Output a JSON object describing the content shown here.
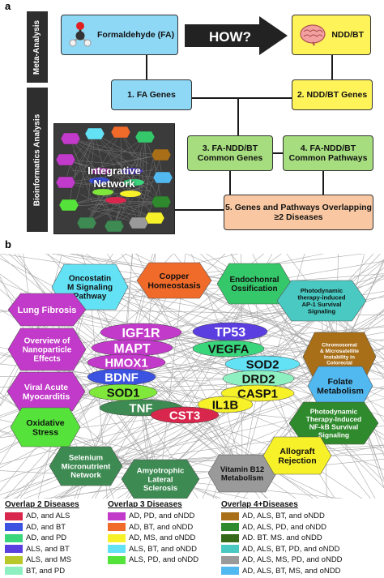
{
  "panel_a": {
    "label": "a",
    "side_meta": "Meta-Analysis",
    "side_bio": "Bioinformatics Analysis",
    "fa_box": "Formaldehyde (FA)",
    "how_label": "HOW?",
    "nddbt_box": "NDD/BT",
    "fa_genes": "1. FA Genes",
    "nddbt_genes": "2. NDD/BT Genes",
    "common_genes": "3. FA-NDD/BT Common Genes",
    "common_pathways": "4. FA-NDD/BT Common Pathways",
    "overlap_box": "5. Genes and Pathways Overlapping ≥2 Diseases",
    "network_label": "Integrative Network"
  },
  "panel_b": {
    "label": "b",
    "hexagons": [
      {
        "id": "oncostatin",
        "lines": [
          "Oncostatin",
          "M Signaling",
          "Pathway"
        ],
        "color": "#63e2f5"
      },
      {
        "id": "copper",
        "lines": [
          "Copper",
          "Homeostasis"
        ],
        "color": "#f06a2a"
      },
      {
        "id": "endochondral",
        "lines": [
          "Endochonral",
          "Ossification"
        ],
        "color": "#34c86a"
      },
      {
        "id": "photodynamic-ap1",
        "lines": [
          "Photodynamic",
          "therapy-induced",
          "AP-1 Survival",
          "Signaling"
        ],
        "color": "#49c9c2"
      },
      {
        "id": "lung-fibrosis",
        "lines": [
          "Lung Fibrosis"
        ],
        "color": "#c23ac9"
      },
      {
        "id": "nanoparticle",
        "lines": [
          "Overview of",
          "Nanoparticle",
          "Effects"
        ],
        "color": "#c23ac9"
      },
      {
        "id": "chromosomal",
        "lines": [
          "Chromosomal",
          "& Microsatellite",
          "Instability in",
          "Colorectal",
          "Cancer"
        ],
        "color": "#a86f18"
      },
      {
        "id": "viral",
        "lines": [
          "Viral Acute",
          "Myocarditis"
        ],
        "color": "#c23ac9"
      },
      {
        "id": "folate",
        "lines": [
          "Folate",
          "Metabolism"
        ],
        "color": "#52b8f0"
      },
      {
        "id": "oxidative",
        "lines": [
          "Oxidative",
          "Stress"
        ],
        "color": "#55e23a"
      },
      {
        "id": "photodynamic-nfkb",
        "lines": [
          "Photodynamic",
          "Therapy-Induced",
          "NF-kB Survival",
          "Signaling"
        ],
        "color": "#2e8a2c"
      },
      {
        "id": "selenium",
        "lines": [
          "Selenium",
          "Micronutrient",
          "Network"
        ],
        "color": "#3d8a52"
      },
      {
        "id": "als-disease",
        "lines": [
          "Amyotrophic",
          "Lateral",
          "Sclerosis"
        ],
        "color": "#3d8a52"
      },
      {
        "id": "b12",
        "lines": [
          "Vitamin B12",
          "Metabolism"
        ],
        "color": "#9a9a9a"
      },
      {
        "id": "allograft",
        "lines": [
          "Allograft",
          "Rejection"
        ],
        "color": "#f7f12a"
      }
    ],
    "genes": [
      {
        "id": "igf1r",
        "label": "IGF1R",
        "color": "#c23ac9"
      },
      {
        "id": "tp53",
        "label": "TP53",
        "color": "#5b3ee0"
      },
      {
        "id": "mapt",
        "label": "MAPT",
        "color": "#c23ac9"
      },
      {
        "id": "vegfa",
        "label": "VEGFA",
        "color": "#3ad67c"
      },
      {
        "id": "hmox1",
        "label": "HMOX1",
        "color": "#c23ac9"
      },
      {
        "id": "sod2",
        "label": "SOD2",
        "color": "#63e2f5"
      },
      {
        "id": "bdnf",
        "label": "BDNF",
        "color": "#3c52e0"
      },
      {
        "id": "drd2",
        "label": "DRD2",
        "color": "#8ef0c0"
      },
      {
        "id": "sod1",
        "label": "SOD1",
        "color": "#7fe83a"
      },
      {
        "id": "casp1",
        "label": "CASP1",
        "color": "#f7f12a"
      },
      {
        "id": "tnf",
        "label": "TNF",
        "color": "#3d8a52"
      },
      {
        "id": "il1b",
        "label": "IL1B",
        "color": "#f7f12a"
      },
      {
        "id": "cst3",
        "label": "CST3",
        "color": "#d8264c"
      }
    ]
  },
  "legend": {
    "col1_title": "Overlap 2 Diseases",
    "col1": [
      {
        "label": "AD, and ALS",
        "color": "#d8264c"
      },
      {
        "label": "AD, and BT",
        "color": "#3c52e0"
      },
      {
        "label": "AD, and PD",
        "color": "#3ad67c"
      },
      {
        "label": "ALS, and BT",
        "color": "#5b3ee0"
      },
      {
        "label": "ALS, and MS",
        "color": "#b8c82a"
      },
      {
        "label": "BT, and PD",
        "color": "#8ef0c0"
      }
    ],
    "col2_title": "Overlap 3 Diseases",
    "col2": [
      {
        "label": "AD, PD, and oNDD",
        "color": "#c23ac9"
      },
      {
        "label": "AD, BT, and oNDD",
        "color": "#f06a2a"
      },
      {
        "label": "AD, MS, and oNDD",
        "color": "#f7f12a"
      },
      {
        "label": "ALS, BT, and oNDD",
        "color": "#63e2f5"
      },
      {
        "label": "ALS, PD, and oNDD",
        "color": "#55e23a"
      }
    ],
    "col3_title": "Overlap 4+Diseases",
    "col3": [
      {
        "label": "AD, ALS, BT, and oNDD",
        "color": "#a86f18"
      },
      {
        "label": "AD, ALS, PD, and oNDD",
        "color": "#2e8a2c"
      },
      {
        "label": "AD. BT. MS. and oNDD",
        "color": "#356a1a"
      },
      {
        "label": "AD, ALS, BT, PD, and oNDD",
        "color": "#49c9c2"
      },
      {
        "label": "AD, ALS, MS, PD, and oNDD",
        "color": "#9a9a9a"
      },
      {
        "label": "AD, ALS, BT, MS, and oNDD",
        "color": "#52b8f0"
      }
    ]
  }
}
